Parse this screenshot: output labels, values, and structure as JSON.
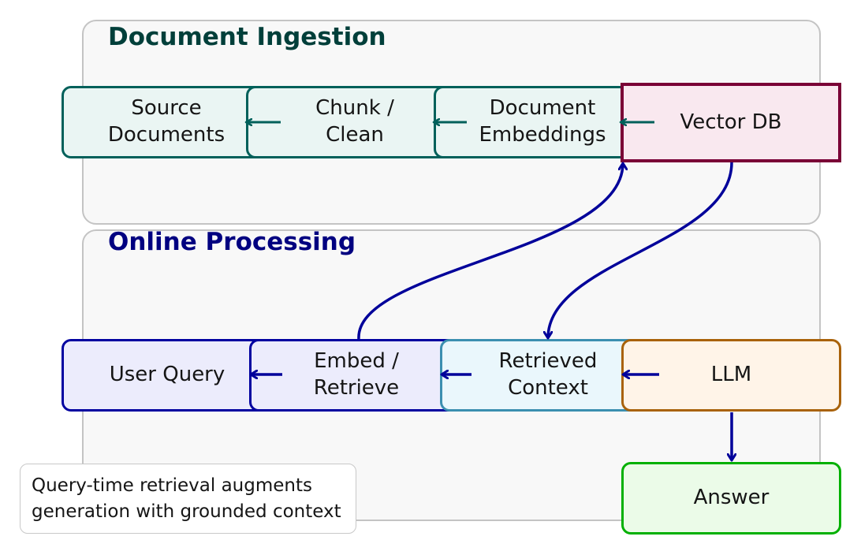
{
  "colors": {
    "ingestion_title": "#003f3a",
    "online_title": "#000080",
    "teal_border": "#00605a",
    "teal_fill": "#eaf5f3",
    "vector_border": "#7a0036",
    "vector_fill": "#f9e8ef",
    "blue_border": "#0000a0",
    "blue_fill": "#ececfc",
    "cyan_border": "#3b8fb0",
    "cyan_fill": "#eaf7fc",
    "orange_border": "#a9620a",
    "orange_fill": "#fff4e8",
    "green_border": "#00b000",
    "green_fill": "#ebfbe8",
    "arrow_teal": "#00605a",
    "arrow_blue": "#00009a"
  },
  "panels": {
    "ingestion_title": "Document Ingestion",
    "online_title": "Online Processing"
  },
  "nodes": {
    "source_documents": "Source\nDocuments",
    "chunk_clean": "Chunk /\nClean",
    "document_embeddings": "Document\nEmbeddings",
    "vector_db": "Vector DB",
    "user_query": "User Query",
    "embed_retrieve": "Embed /\nRetrieve",
    "retrieved_context": "Retrieved\nContext",
    "llm": "LLM",
    "answer": "Answer"
  },
  "note": "Query-time retrieval augments\ngeneration with grounded context"
}
